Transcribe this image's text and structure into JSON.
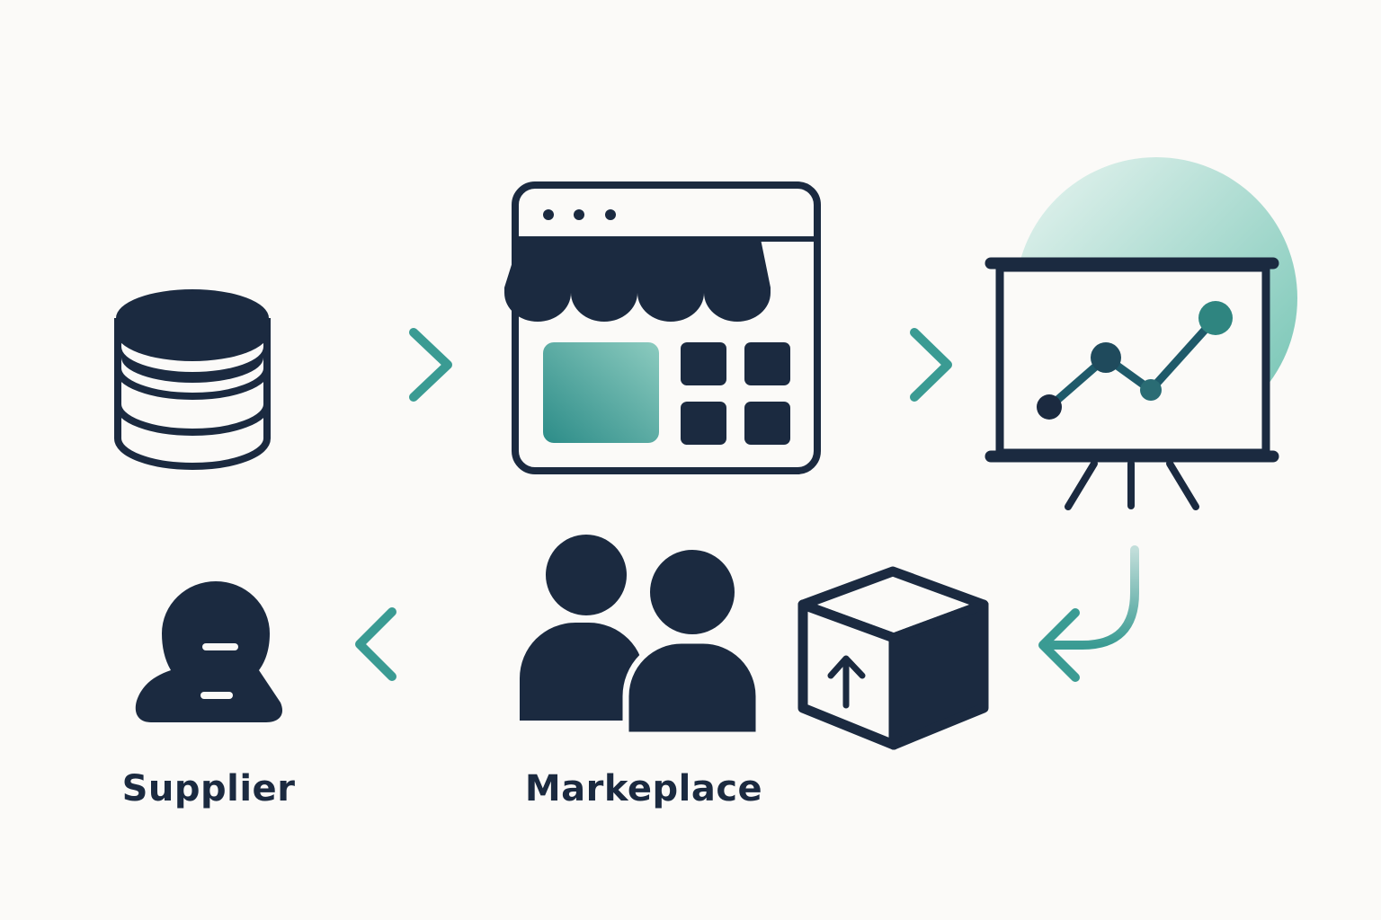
{
  "labels": {
    "supplier": "Supplier",
    "marketplace": "Markeplace"
  },
  "colors": {
    "background": "#fbfaf8",
    "icon_dark": "#1b2a40",
    "accent_teal": "#3a9b93",
    "accent_light": "#a6dcd0"
  },
  "nodes": [
    {
      "name": "database",
      "icon": "database-icon"
    },
    {
      "name": "storefront",
      "icon": "storefront-icon"
    },
    {
      "name": "analytics",
      "icon": "presentation-chart-icon"
    },
    {
      "name": "package",
      "icon": "package-box-icon"
    },
    {
      "name": "marketplace",
      "icon": "users-icon"
    },
    {
      "name": "supplier",
      "icon": "supplier-person-icon"
    }
  ]
}
